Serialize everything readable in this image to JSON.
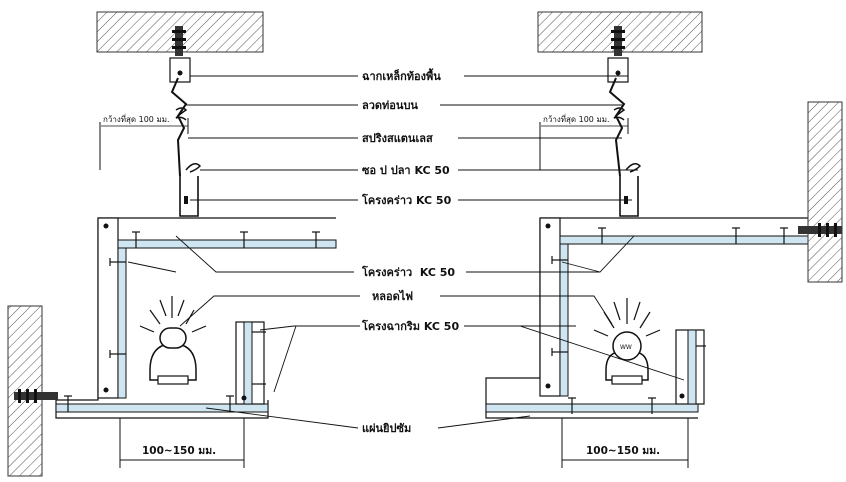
{
  "labels": {
    "anchor": "ฉากเหล็กท้องพื้น",
    "rod": "ลวดท่อนบน",
    "spring": "สปริงสแตนเลส",
    "clip": "ซอ ป ปลา KC 50",
    "main_channel": "โครงคร่าว KC 50",
    "frame_channel": "โครงคร่าว  KC 50",
    "lamp": "หลอดไฟ",
    "edge_channel": "โครงฉากริม KC 50",
    "gypsum": "แผ่นยิปซัม"
  },
  "left": {
    "width_note": "กว้างที่สุด 100 มม.",
    "dim": "100~150 มม."
  },
  "right": {
    "width_note": "กว้างที่สุด 100 มม.",
    "dim": "100~150 มม.",
    "bulb_mark": "WW"
  },
  "colors": {
    "gypsum_fill": "#cfe6f2",
    "line": "#111111",
    "hatch": "#555555"
  }
}
